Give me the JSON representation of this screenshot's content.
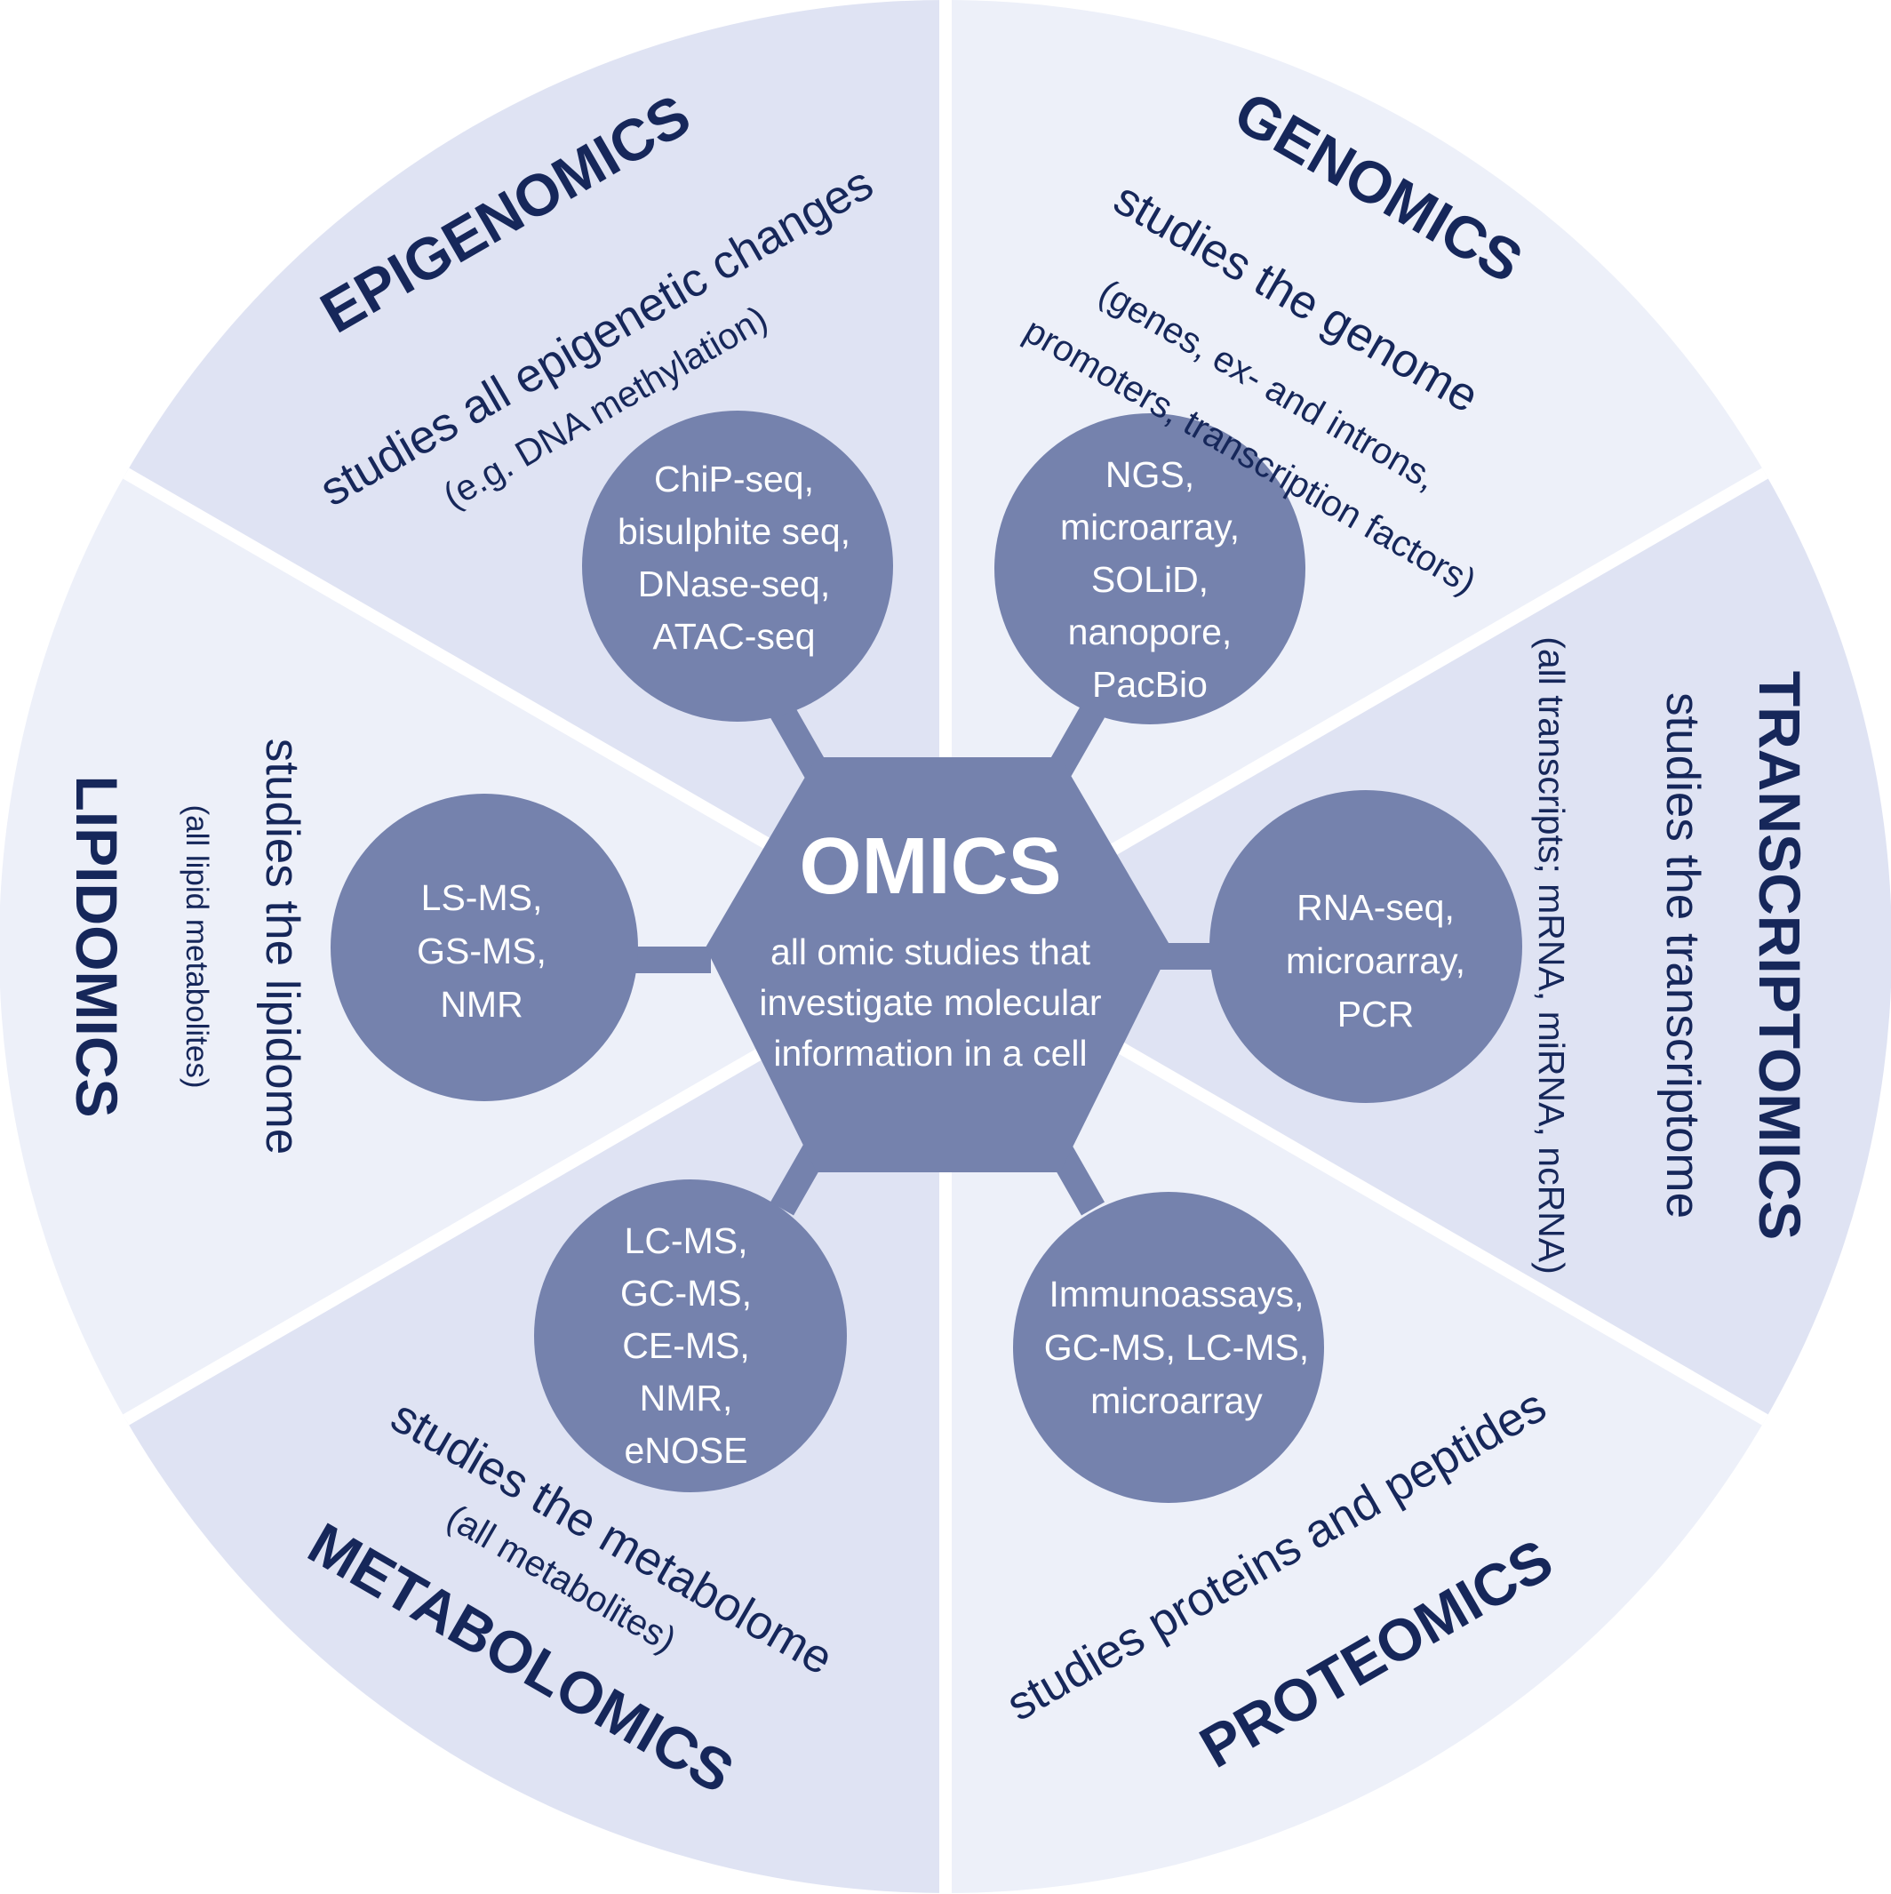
{
  "hub": {
    "title": "OMICS",
    "description": [
      "all omic studies that",
      "investigate molecular",
      "information in a cell"
    ]
  },
  "colors": {
    "sector_dark": "#dfe3f3",
    "sector_light": "#edf0f9",
    "node_fill": "#7582ad",
    "text_dark": "#16275a",
    "text_light": "#ffffff"
  },
  "sectors": {
    "epigenomics": {
      "title": "EPIGENOMICS",
      "description": "studies all epigenetic changes",
      "note": "(e.g. DNA  methylation)",
      "techniques": [
        "ChiP-seq,",
        "bisulphite seq,",
        "DNase-seq,",
        "ATAC-seq"
      ]
    },
    "genomics": {
      "title": "GENOMICS",
      "description": "studies the genome",
      "note_line1": "(genes, ex- and introns,",
      "note_line2": "promoters, transcription factors)",
      "techniques": [
        "NGS,",
        "microarray,",
        "SOLiD,",
        "nanopore,",
        "PacBio"
      ]
    },
    "transcriptomics": {
      "title": "TRANSCRIPTOMICS",
      "description": "studies the transcriptome",
      "note": "(all transcripts; mRNA, miRNA, ncRNA)",
      "techniques": [
        "RNA-seq,",
        "microarray,",
        "PCR"
      ]
    },
    "proteomics": {
      "title": "PROTEOMICS",
      "description": "studies proteins and peptides",
      "techniques": [
        "Immunoassays,",
        "GC-MS, LC-MS,",
        "microarray"
      ]
    },
    "metabolomics": {
      "title": "METABOLOMICS",
      "description": "studies the metabolome",
      "note": "(all metabolites)",
      "techniques": [
        "LC-MS,",
        "GC-MS,",
        "CE-MS,",
        "NMR,",
        "eNOSE"
      ]
    },
    "lipidomics": {
      "title": "LIPIDOMICS",
      "description": "studies the lipidome",
      "note": "(all lipid metabolites)",
      "techniques": [
        "LS-MS,",
        "GS-MS,",
        "NMR"
      ]
    }
  }
}
